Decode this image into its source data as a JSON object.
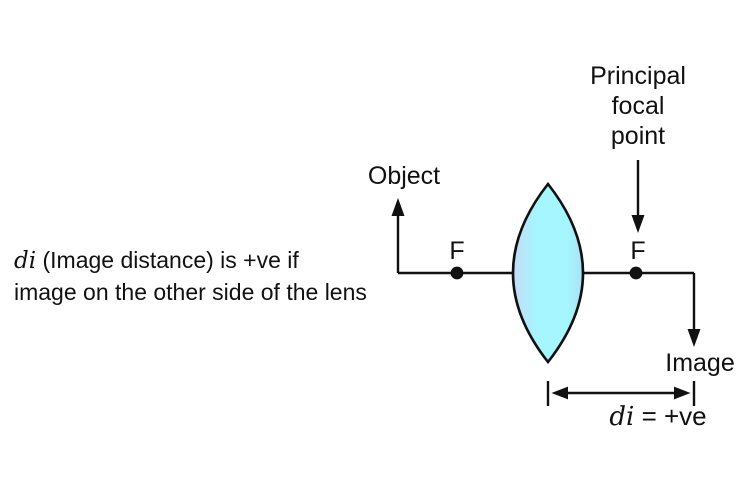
{
  "note": {
    "di_symbol": "di",
    "line1_rest": " (Image distance) is +ve if",
    "line2": "image on the other side of the lens"
  },
  "labels": {
    "object": "Object",
    "principal_focal_point": "Principal\nfocal\npoint",
    "focal_point_left": "F",
    "focal_point_right": "F",
    "image": "Image"
  },
  "dimension": {
    "di_symbol": "di",
    "value_rest": " = +ve"
  },
  "colors": {
    "stroke": "#111111",
    "text": "#111111",
    "lens_edge_left": "#c6dbf8",
    "lens_center": "#a5f6fe",
    "lens_edge_right": "#a9e2f6",
    "background": "#ffffff"
  }
}
